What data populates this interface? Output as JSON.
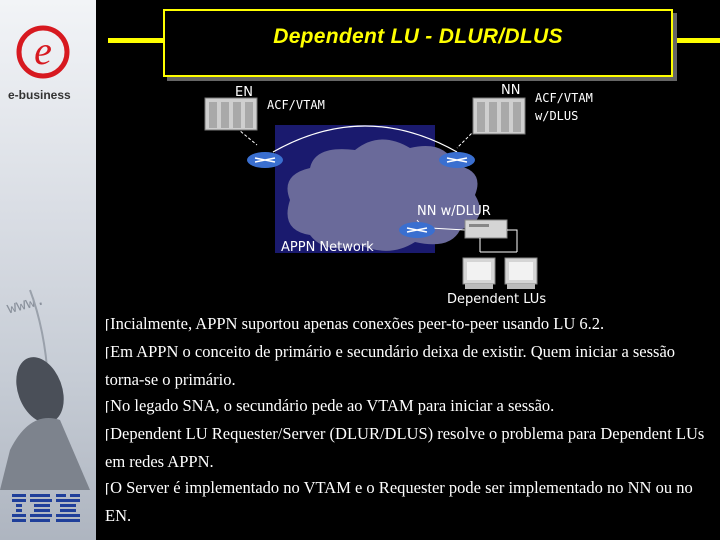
{
  "sidebar": {
    "brand_tag": "e-business",
    "ibm_logo": "IBM",
    "icon_logo": "e-logo-icon"
  },
  "title": "Dependent LU - DLUR/DLUS",
  "diagram": {
    "en_label": "EN",
    "nn_label": "NN",
    "acf_vtam_left": "ACF/VTAM",
    "acf_vtam_right_line1": "ACF/VTAM",
    "acf_vtam_right_line2": "w/DLUS",
    "nn_dlur": "NN w/DLUR",
    "appn_network": "APPN Network",
    "dependent_lus": "Dependent LUs",
    "colors": {
      "network_area": "#1a1a6e",
      "cloud": "#6a6a9a",
      "router": "#3a6fd0"
    }
  },
  "bullets": [
    {
      "mark": "⌈",
      "text": "Incialmente, APPN suportou apenas conexões peer-to-peer usando LU 6.2."
    },
    {
      "mark": "⌈",
      "text": "Em APPN o conceito de primário e secundário deixa de existir. Quem iniciar a sessão torna-se o primário."
    },
    {
      "mark": "⌈",
      "text": "No legado SNA, o secundário pede ao VTAM para iniciar a sessão."
    },
    {
      "mark": "⌈",
      "text": "Dependent LU Requester/Server (DLUR/DLUS) resolve o problema para Dependent LUs em redes APPN."
    },
    {
      "mark": "⌈",
      "text": "O Server é implementado no VTAM e o Requester pode ser implementado no NN ou no EN."
    }
  ]
}
